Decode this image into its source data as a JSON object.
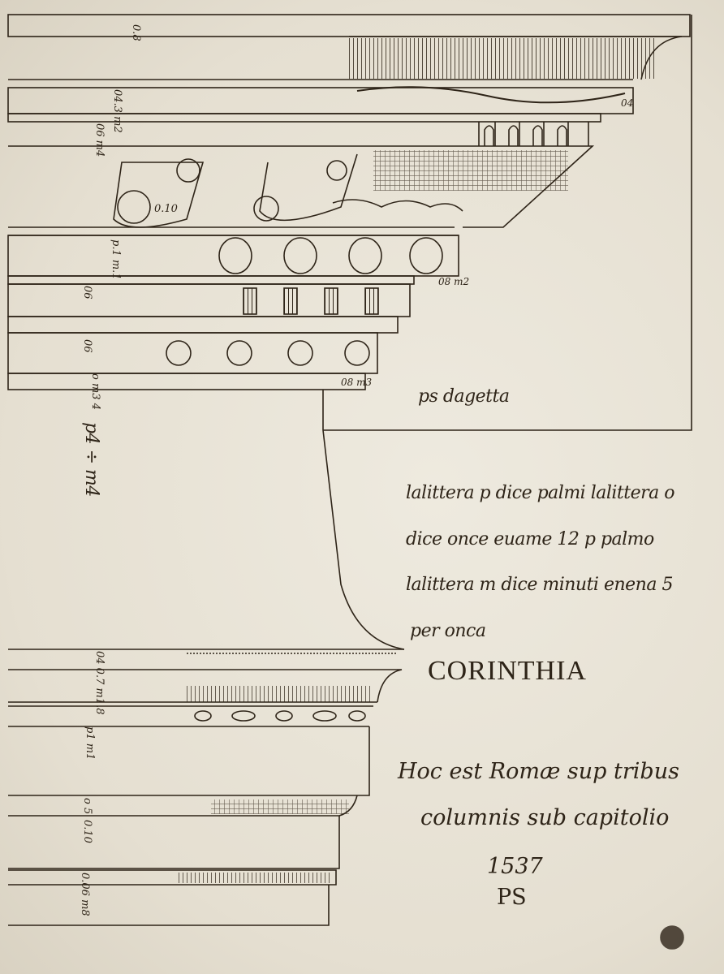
{
  "legend": {
    "line1": "lalittera p dice palmi  lalittera o",
    "line2": "dice once  euame  12 p palmo",
    "line3": "lalittera m dice minuti  enena 5",
    "line4": "per onca"
  },
  "title": "CORINTHIA",
  "inscription": {
    "line1": "Hoc est Romæ sup tribus",
    "line2": "columnis sub capitolio",
    "year": "1537"
  },
  "monogram": "PS",
  "frieze_label": "ps dagetta",
  "frieze_height": "p4 ÷ m4",
  "measurements": [
    "0.8",
    "04.3 m2",
    "06 m4",
    "p.1 m.1",
    "06",
    "06",
    "o m3 4",
    "04 0.7 m1.8",
    "p1 m1",
    "o 5",
    "0.10",
    "0.06 m8",
    "04",
    "08 m2",
    "08 m3",
    "0.10"
  ],
  "colors": {
    "ink": "#2e2418",
    "paper": "#e9e4d8"
  }
}
